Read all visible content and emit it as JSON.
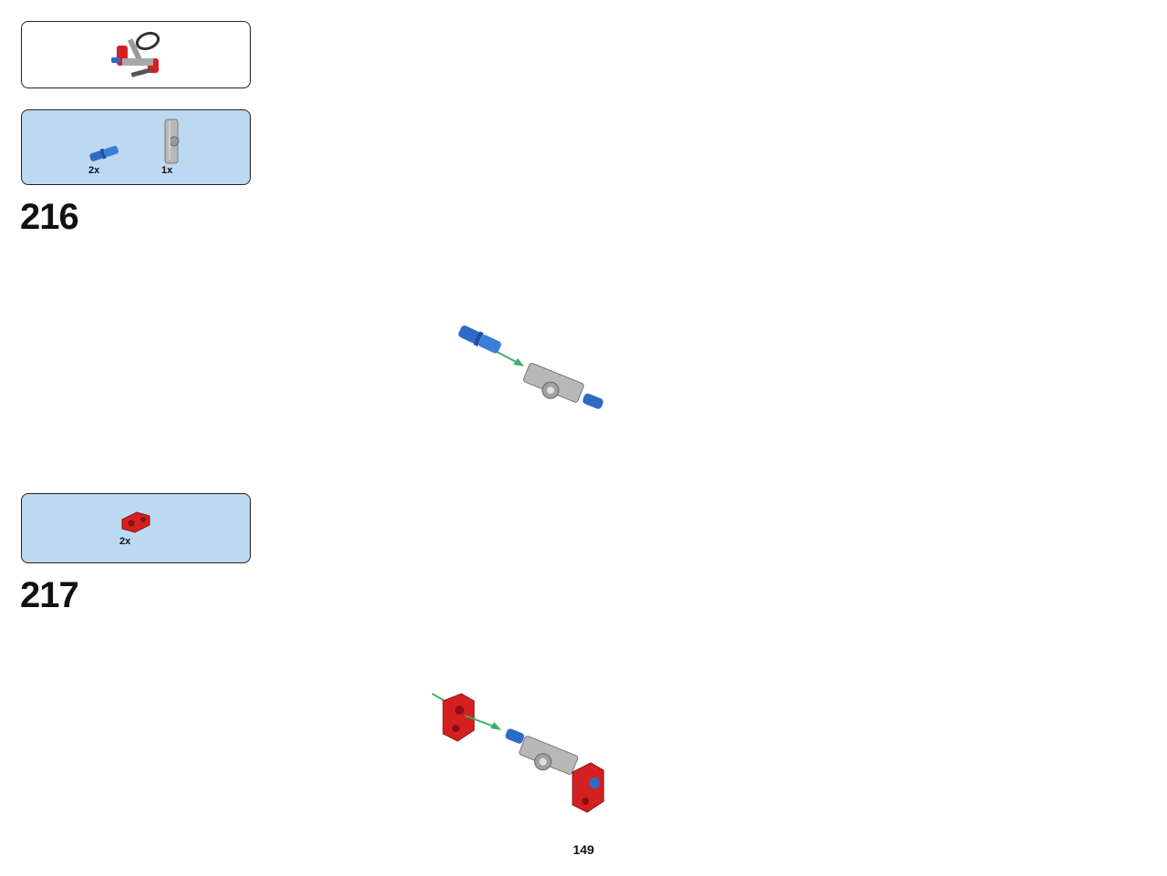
{
  "submodel": {
    "image": "steering-assembly-icon"
  },
  "steps": [
    {
      "number": "216",
      "parts": [
        {
          "icon": "blue-axle-pin-icon",
          "qty": "2x"
        },
        {
          "icon": "gray-beam-connector-icon",
          "qty": "1x"
        }
      ],
      "illustration": "blue-pins-into-gray-connector-icon"
    },
    {
      "number": "217",
      "parts": [
        {
          "icon": "red-axle-connector-icon",
          "qty": "2x"
        }
      ],
      "illustration": "red-connectors-onto-pins-icon"
    }
  ],
  "page_number": "149",
  "colors": {
    "parts_panel_bg": "#bcd9f1",
    "part_blue": "#2e6bc4",
    "part_gray": "#b4b4b4",
    "part_red": "#d42020",
    "arrow_green": "#3cb06a"
  }
}
